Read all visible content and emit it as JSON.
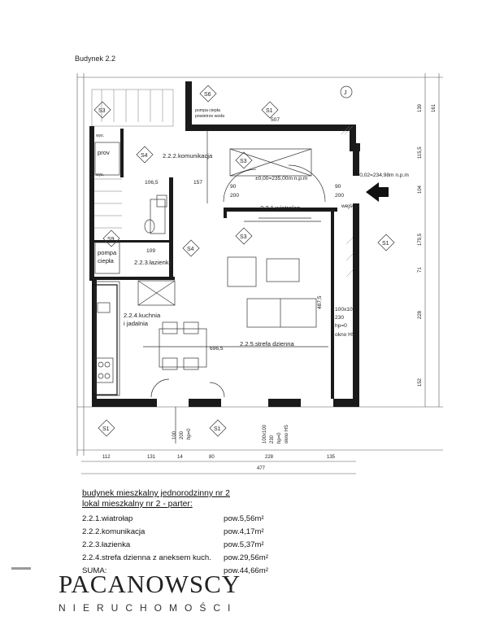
{
  "building_title": "Budynek 2.2",
  "rooms": {
    "komunikacja": "2.2.2.komunikacja",
    "wiatrolap": "2.2.1.wiatrołap",
    "lazienka": "2.2.3.łazienka",
    "kuchnia_line1": "2.2.4.kuchnia",
    "kuchnia_line2": "i jadalnia",
    "strefa": "2.2.5.strefa dzienna",
    "prov": "prov",
    "pompa_line1": "pompa",
    "pompa_line2": "ciepła"
  },
  "annotations": {
    "pompa_note_line1": "pompa ciepła",
    "pompa_note_line2": "powietrze woda",
    "level_main": "±0,00=235,00m n.p.m",
    "level_entry": "-0,02=234,98m n.p.m",
    "entry": "wejście",
    "okno1_line1": "100x100",
    "okno1_line2": "230",
    "okno1_line3": "hp=0",
    "okno1_line4": "okno HS",
    "door_w1": "90",
    "door_h1": "200",
    "door_w2": "90",
    "door_h2": "200",
    "dim_1065": "106,5",
    "dim_157": "157",
    "dim_507": "507",
    "dim_109": "109",
    "dim_6965": "696,5",
    "dim_4875": "487,5",
    "wys1": "wys.",
    "wys2": "wys."
  },
  "symbols": [
    "S1",
    "S3",
    "S4",
    "S6",
    "S9"
  ],
  "circle_label": "J",
  "bottom_dims": [
    "112",
    "131",
    "14",
    "80",
    "228",
    "135",
    "477"
  ],
  "right_dims": [
    "139",
    "161",
    "115,5",
    "104",
    "179,5",
    "71",
    "228",
    "152"
  ],
  "bottom_windows": {
    "w1": "100x100",
    "w2": "230",
    "w3": "hp=0",
    "w4": "okno HS",
    "d1": "100",
    "d2": "200",
    "d3": "hp=0"
  },
  "legend": {
    "header1": "budynek mieszkalny jednorodzinny nr 2",
    "header2": "lokal mieszkalny nr 2 - parter:",
    "rows": [
      {
        "name": "2.2.1.wiatrołap",
        "area": "pow.5,56m²"
      },
      {
        "name": "2.2.2.komunikacja",
        "area": "pow.4,17m²"
      },
      {
        "name": "2.2.3.łazienka",
        "area": "pow.5,37m²"
      },
      {
        "name": "2.2.4.strefa dzienna z aneksem kuch.",
        "area": "pow.29,56m²"
      },
      {
        "name": "SUMA:",
        "area": "pow.44,66m²"
      }
    ]
  },
  "logo": {
    "name": "PACANOWSCY",
    "sub": "NIERUCHOMOŚCI"
  }
}
